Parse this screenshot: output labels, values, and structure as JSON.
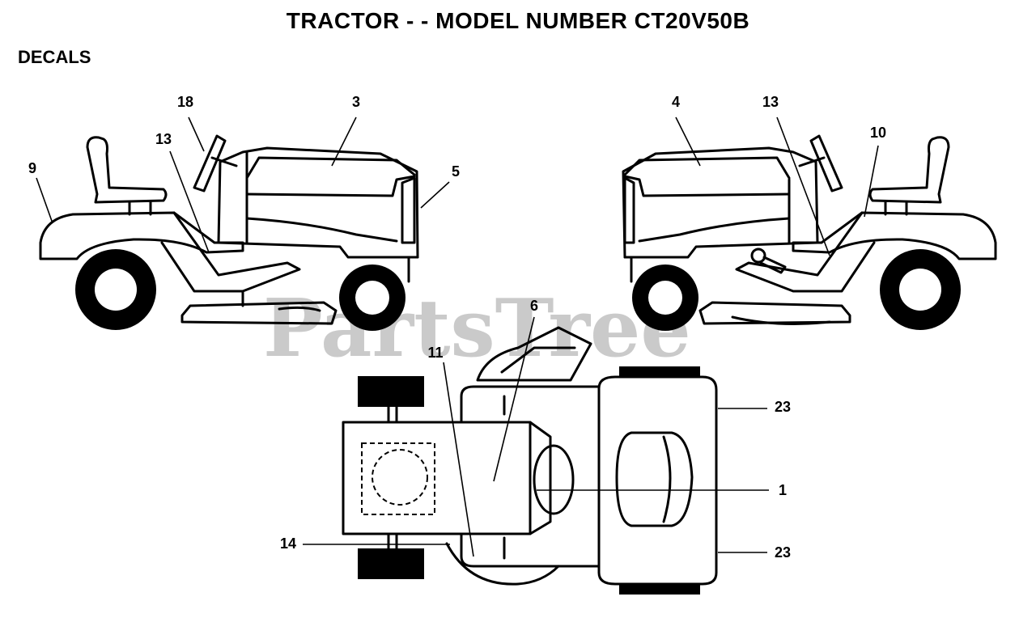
{
  "header": {
    "title": "TRACTOR - - MODEL NUMBER CT20V50B",
    "section": "DECALS"
  },
  "watermark": {
    "text": "PartsTree",
    "color": "#bdbdbd"
  },
  "callouts": {
    "c18": "18",
    "c3": "3",
    "c13_left": "13",
    "c9": "9",
    "c5": "5",
    "c4": "4",
    "c13_right": "13",
    "c10": "10",
    "c6": "6",
    "c11": "11",
    "c23_top": "23",
    "c1": "1",
    "c14": "14",
    "c23_bottom": "23"
  }
}
